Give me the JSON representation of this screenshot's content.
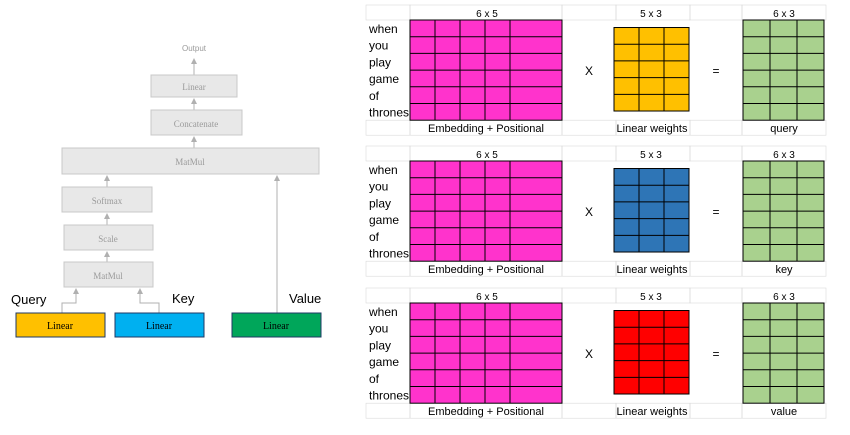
{
  "colors": {
    "faded_box_fill": "#e8e8e8",
    "faded_box_stroke": "#c8c8c8",
    "faded_text": "#9a9a9a",
    "query_color": "#ffc000",
    "key_color": "#00b0f0",
    "value_color": "#00a65a",
    "embedding_color": "#ff33cc",
    "green_cell": "#a9d18e",
    "query_weights": "#ffc000",
    "key_weights": "#2e75b6",
    "value_weights": "#ff0000"
  },
  "attention": {
    "output_label": "Output",
    "linear_top": "Linear",
    "concatenate": "Concatenate",
    "matmul_top": "MatMul",
    "softmax": "Softmax",
    "scale": "Scale",
    "matmul_bottom": "MatMul",
    "query_label": "Query",
    "key_label": "Key",
    "value_label": "Value",
    "query_linear": "Linear",
    "key_linear": "Linear",
    "value_linear": "Linear"
  },
  "words": [
    "when",
    "you",
    "play",
    "game",
    "of",
    "thrones"
  ],
  "blocks": [
    {
      "input_dim": "6 x 5",
      "weights_dim": "5 x 3",
      "output_dim": "6 x 3",
      "input_caption": "Embedding + Positional",
      "weights_caption": "Linear weights",
      "output_caption": "query",
      "operator": "X",
      "equals": "=",
      "weights_color_key": "query_weights"
    },
    {
      "input_dim": "6 x 5",
      "weights_dim": "5 x 3",
      "output_dim": "6 x 3",
      "input_caption": "Embedding + Positional",
      "weights_caption": "Linear weights",
      "output_caption": "key",
      "operator": "X",
      "equals": "=",
      "weights_color_key": "key_weights"
    },
    {
      "input_dim": "6 x 5",
      "weights_dim": "5 x 3",
      "output_dim": "6 x 3",
      "input_caption": "Embedding + Positional",
      "weights_caption": "Linear weights",
      "output_caption": "value",
      "operator": "X",
      "equals": "=",
      "weights_color_key": "value_weights"
    }
  ]
}
